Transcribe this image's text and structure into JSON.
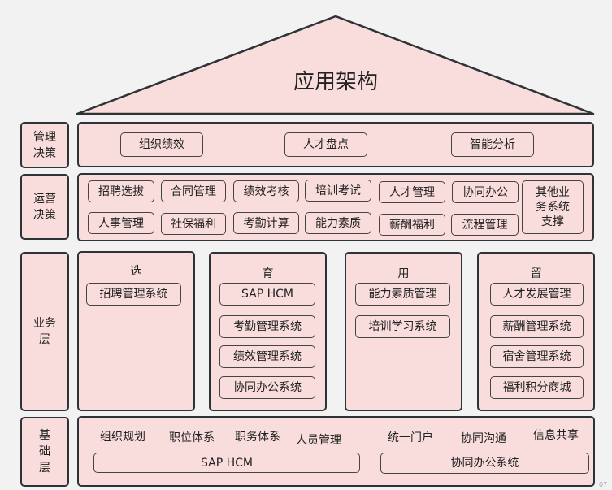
{
  "roof_title": "应用架构",
  "layers": {
    "management": {
      "label": "管理决策",
      "items": [
        "组织绩效",
        "人才盘点",
        "智能分析"
      ]
    },
    "operations": {
      "label": "运营决策",
      "row1": [
        "招聘选拔",
        "合同管理",
        "绩效考核",
        "培训考试",
        "人才管理",
        "协同办公"
      ],
      "row2": [
        "人事管理",
        "社保福利",
        "考勤计算",
        "能力素质",
        "薪酬福利",
        "流程管理"
      ],
      "other": "其他业务系统支撑"
    },
    "business": {
      "label": "业务层",
      "groups": [
        {
          "title": "选",
          "items": [
            "招聘管理系统"
          ]
        },
        {
          "title": "育",
          "items": [
            "SAP HCM",
            "考勤管理系统",
            "绩效管理系统",
            "协同办公系统"
          ]
        },
        {
          "title": "用",
          "items": [
            "能力素质管理",
            "培训学习系统"
          ]
        },
        {
          "title": "留",
          "items": [
            "人才发展管理",
            "薪酬管理系统",
            "宿舍管理系统",
            "福利积分商城"
          ]
        }
      ]
    },
    "foundation": {
      "label": "基础层",
      "items": [
        "组织规划",
        "职位体系",
        "职务体系",
        "人员管理",
        "统一门户",
        "协同沟通",
        "信息共享"
      ],
      "systems": [
        "SAP HCM",
        "协同办公系统"
      ]
    }
  },
  "watermark": "07"
}
